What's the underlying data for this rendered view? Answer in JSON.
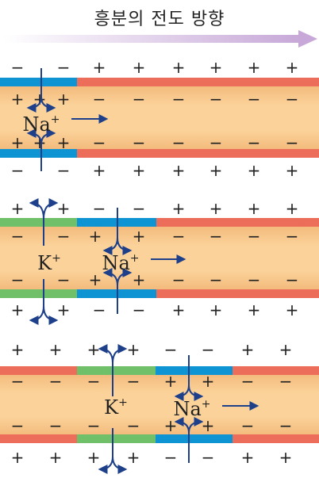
{
  "title": "흥분의 전도 방향",
  "symbols": {
    "plus": "+",
    "minus": "−"
  },
  "ions": {
    "sodium": "Na",
    "potassium": "K",
    "charge": "+"
  },
  "colors": {
    "axon_fill": "#fbd39a",
    "resting_membrane": "#ec6e5a",
    "sodium_channel_open": "#0e93d3",
    "potassium_channel_open": "#6fc068",
    "arrow": "#1e3f8a",
    "direction_arrow": "#c7a8d8"
  },
  "icons": {
    "direction": "long-arrow-right-icon",
    "ion_flow": "curved-arrow-icon"
  }
}
